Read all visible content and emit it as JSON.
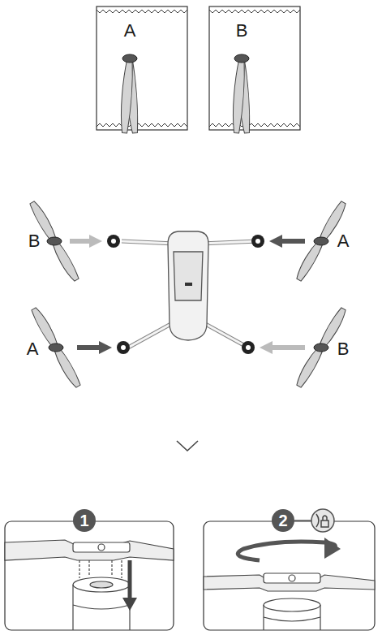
{
  "diagram": {
    "labels": [
      "A",
      "B",
      "B",
      "A",
      "A",
      "B",
      "1",
      "2"
    ]
  }
}
